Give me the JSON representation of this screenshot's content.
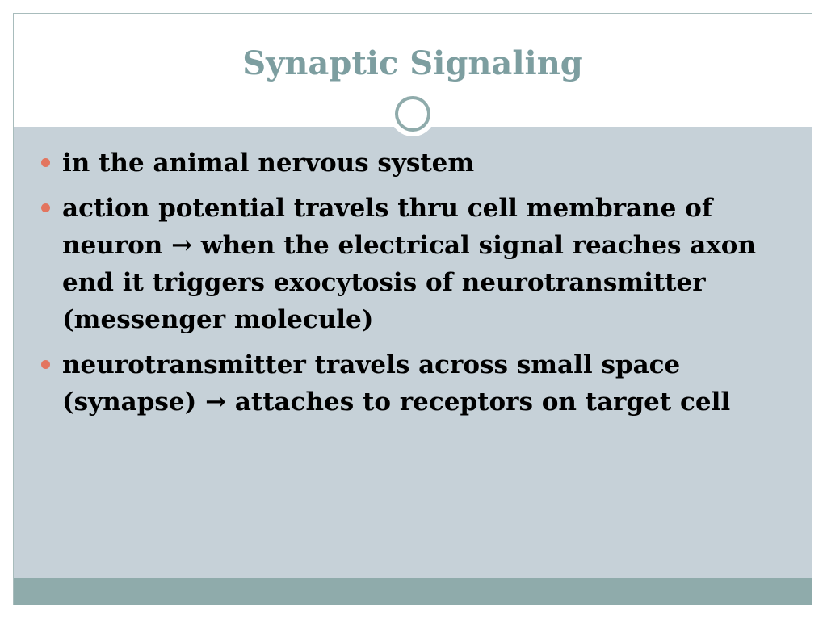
{
  "slide": {
    "title": "Synaptic Signaling",
    "bullets": [
      {
        "text": "in the animal nervous system"
      },
      {
        "text": "action potential travels thru cell membrane of neuron → when the electrical signal reaches axon end it triggers exocytosis of neurotransmitter (messenger molecule)"
      },
      {
        "text": "neurotransmitter travels across small space (synapse) → attaches to receptors on target cell"
      }
    ]
  },
  "colors": {
    "title": "#7d9ea0",
    "body_panel": "#c6d1d8",
    "footer_bar": "#8fabab",
    "bullet_dot": "#e3755f"
  },
  "icons": {
    "ornament": "circle-ring-ornament",
    "bullet": "round-bullet"
  }
}
